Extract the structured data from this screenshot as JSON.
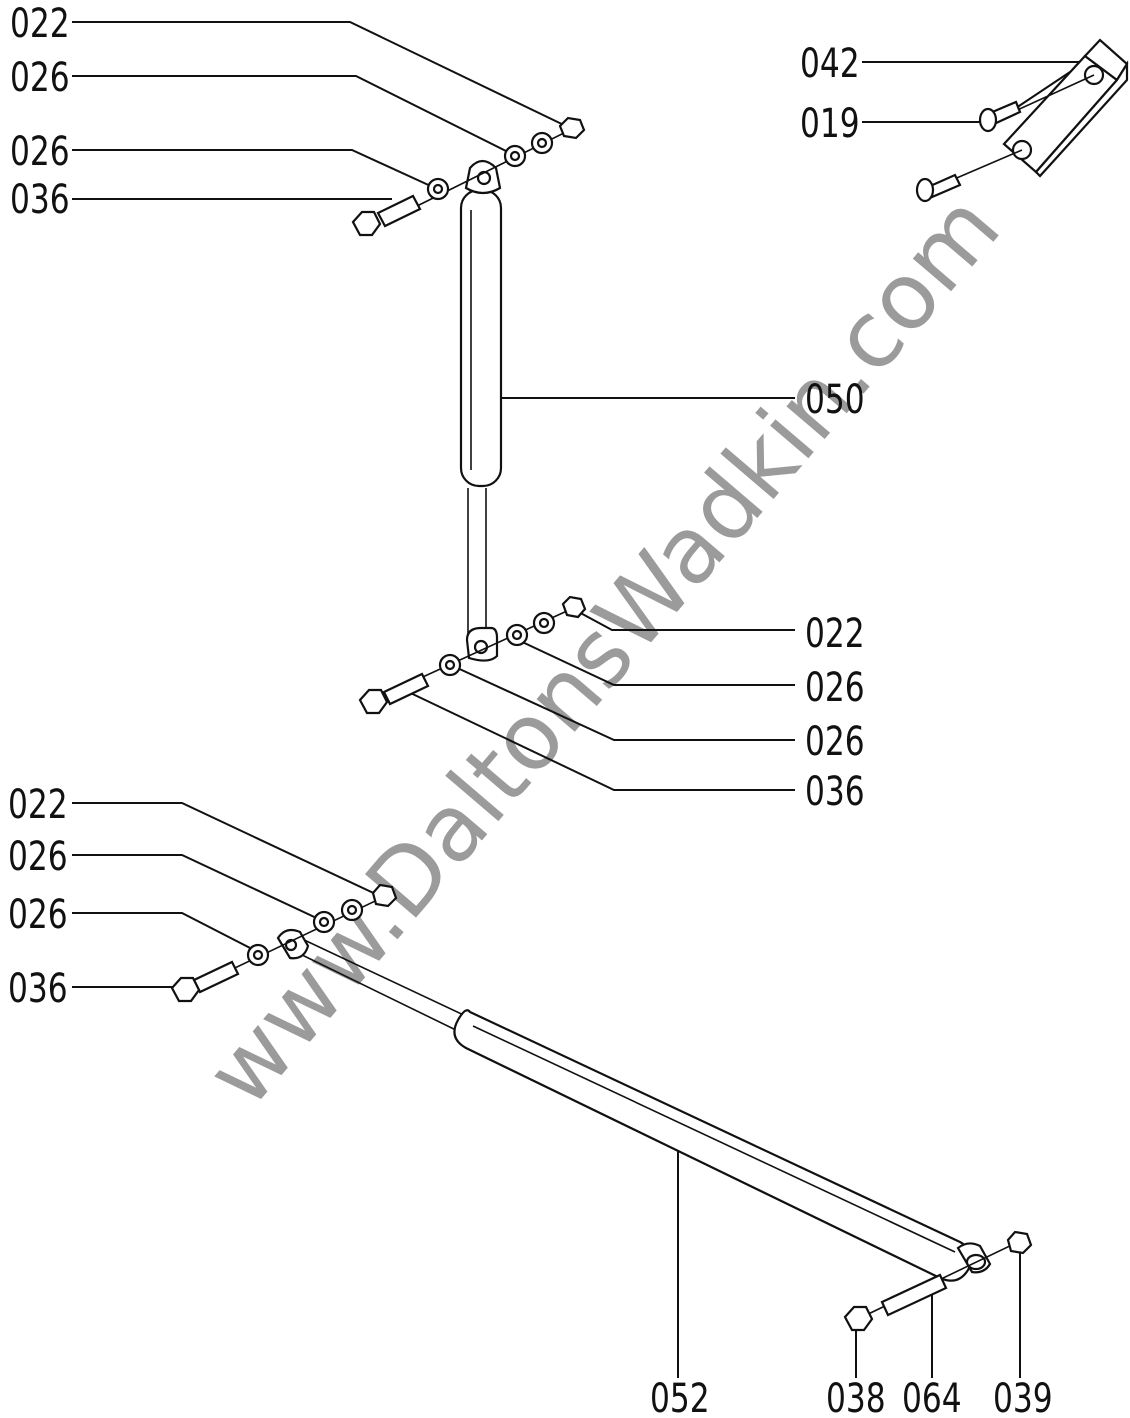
{
  "watermark": "www.DaltonsWadkin.com",
  "callouts": {
    "top_left": [
      "022",
      "026",
      "026",
      "036"
    ],
    "top_right": [
      "042",
      "019"
    ],
    "strut_upper": "050",
    "mid_right": [
      "022",
      "026",
      "026",
      "036"
    ],
    "lower_left": [
      "022",
      "026",
      "026",
      "036"
    ],
    "bottom": [
      "052",
      "038",
      "064",
      "039"
    ]
  }
}
